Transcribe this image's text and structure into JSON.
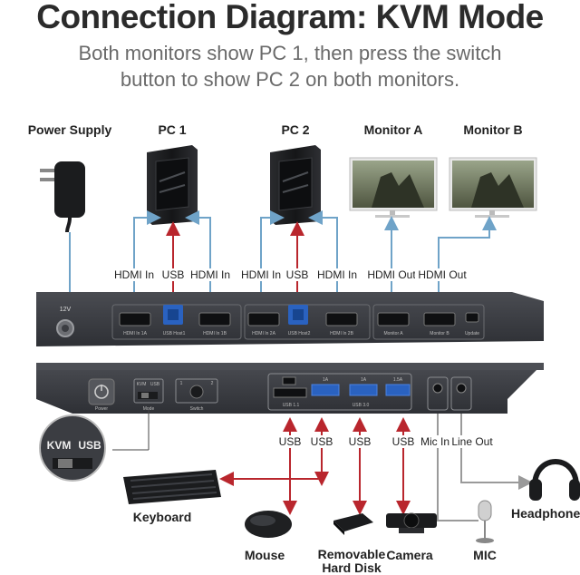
{
  "header": {
    "title": "Connection Diagram: KVM Mode",
    "subtitle_line1": "Both monitors show PC 1, then press the switch",
    "subtitle_line2": "button to show PC 2 on both monitors."
  },
  "devices": {
    "power_supply": "Power Supply",
    "pc1": "PC 1",
    "pc2": "PC 2",
    "monitor_a": "Monitor A",
    "monitor_b": "Monitor B",
    "keyboard": "Keyboard",
    "mouse": "Mouse",
    "hard_disk_line1": "Removable",
    "hard_disk_line2": "Hard Disk",
    "camera": "Camera",
    "mic": "MIC",
    "headphone": "Headphone"
  },
  "top_cable_labels": {
    "hdmi_in_1": "HDMI In",
    "usb_1": "USB",
    "hdmi_in_2": "HDMI In",
    "hdmi_in_3": "HDMI In",
    "usb_2": "USB",
    "hdmi_in_4": "HDMI In",
    "hdmi_out_a": "HDMI Out",
    "hdmi_out_b": "HDMI Out"
  },
  "bottom_cable_labels": {
    "usb_a": "USB",
    "usb_b": "USB",
    "usb_c": "USB",
    "usb_d": "USB",
    "mic_in": "Mic In",
    "line_out": "Line Out"
  },
  "rear_panel": {
    "voltage": "12V",
    "hdmi_1a": "HDMI In 1A",
    "usb_host1": "USB Host1",
    "hdmi_1b": "HDMI In 1B",
    "hdmi_2a": "HDMI In 2A",
    "usb_host2": "USB Host2",
    "hdmi_2b": "HDMI In 2B",
    "monitor_a": "Monitor A",
    "monitor_b": "Monitor B",
    "update": "Update"
  },
  "front_panel": {
    "power": "Power",
    "mode": "Mode",
    "kvm": "KVM",
    "usb": "USB",
    "switch": "Switch",
    "sw1": "1",
    "sw2": "2",
    "usb11": "USB 1.1",
    "usb30": "USB 3.0",
    "port_1a_1": "1A",
    "port_1a_2": "1A",
    "port_15a": "1.5A"
  },
  "zoom_inset": {
    "kvm": "KVM",
    "usb": "USB"
  },
  "colors": {
    "hdmi_cable": "#6fa3c8",
    "usb_cable": "#b9262d",
    "audio_cable": "#9a9a9a",
    "panel": "#3b3d42",
    "panel_dark": "#24262a"
  }
}
